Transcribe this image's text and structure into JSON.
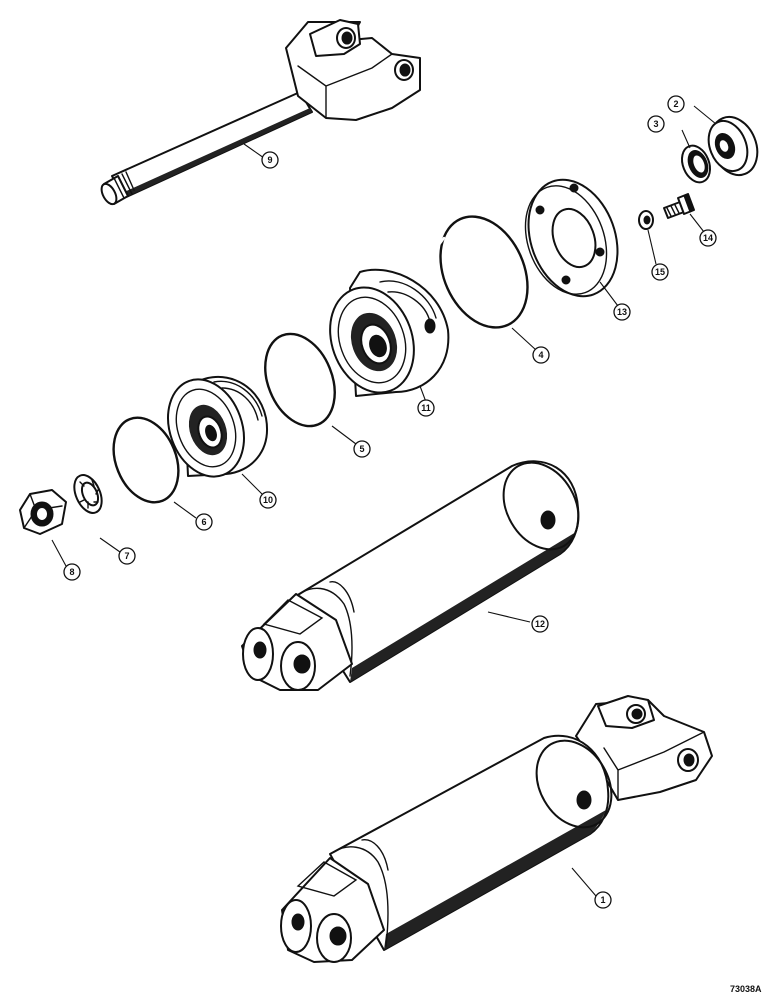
{
  "callouts": {
    "c1": "1",
    "c2": "2",
    "c3": "3",
    "c4": "4",
    "c5": "5",
    "c6": "6",
    "c7": "7",
    "c8": "8",
    "c9": "9",
    "c10": "10",
    "c11": "11",
    "c12": "12",
    "c13": "13",
    "c14": "14",
    "c15": "15"
  },
  "figure_id": "73038A"
}
